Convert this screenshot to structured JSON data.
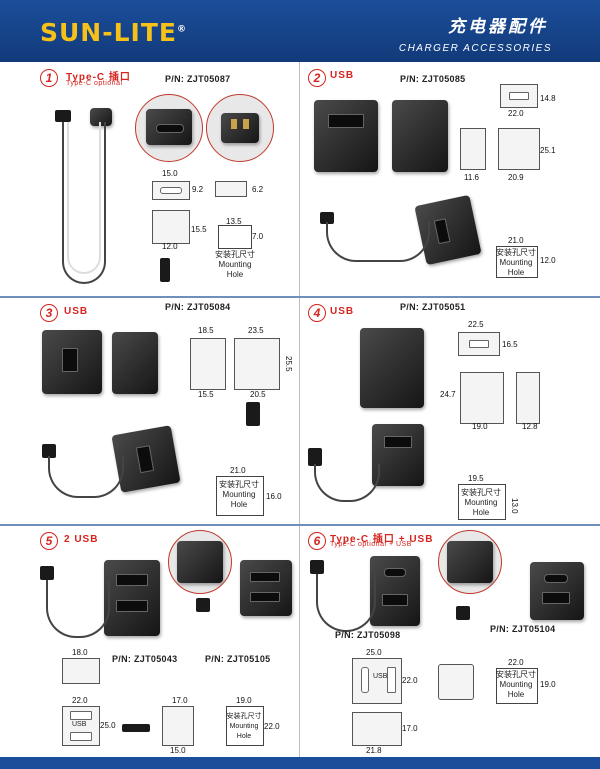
{
  "header": {
    "brand": "SUN-LITE",
    "reg": "®",
    "title_cn": "充电器配件",
    "title_en": "CHARGER  ACCESSORIES"
  },
  "sections": [
    {
      "num": "1",
      "title": "Type-C 插口",
      "subtitle": "Type-C optional",
      "pn": "P/N: ZJT05087",
      "dims": [
        "15.0",
        "9.2",
        "6.2",
        "15.5",
        "12.0",
        "13.5",
        "7.0"
      ],
      "mount": [
        "安装孔尺寸",
        "Mounting",
        "Hole"
      ]
    },
    {
      "num": "2",
      "title": "USB",
      "pn": "P/N: ZJT05085",
      "dims": [
        "14.8",
        "22.0",
        "25.1",
        "11.6",
        "20.9",
        "21.0",
        "12.0"
      ],
      "mount": [
        "安装孔尺寸",
        "Mounting",
        "Hole"
      ]
    },
    {
      "num": "3",
      "title": "USB",
      "pn": "P/N: ZJT05084",
      "dims": [
        "18.5",
        "23.5",
        "25.5",
        "15.5",
        "20.5",
        "21.0",
        "16.0"
      ],
      "mount": [
        "安装孔尺寸",
        "Mounting",
        "Hole"
      ]
    },
    {
      "num": "4",
      "title": "USB",
      "pn": "P/N: ZJT05051",
      "dims": [
        "22.5",
        "16.5",
        "24.7",
        "19.0",
        "12.8",
        "19.5",
        "13.0"
      ],
      "mount": [
        "安装孔尺寸",
        "Mounting",
        "Hole"
      ]
    },
    {
      "num": "5",
      "title": "2 USB",
      "pn_a": "P/N: ZJT05043",
      "pn_b": "P/N: ZJT05105",
      "dims": [
        "18.0",
        "22.0",
        "25.0",
        "17.0",
        "15.0",
        "19.0",
        "22.0"
      ],
      "usb": "USB",
      "mount": [
        "安装孔尺寸",
        "Mounting",
        "Hole"
      ]
    },
    {
      "num": "6",
      "title": "Type-C 插口 + USB",
      "subtitle": "Type-C optional + USB",
      "pn_a": "P/N: ZJT05098",
      "pn_b": "P/N: ZJT05104",
      "dims": [
        "25.0",
        "22.0",
        "17.0",
        "21.8",
        "22.0",
        "19.0"
      ],
      "usb": "USB",
      "mount": [
        "安装孔尺寸",
        "Mounting",
        "Hole"
      ]
    }
  ]
}
